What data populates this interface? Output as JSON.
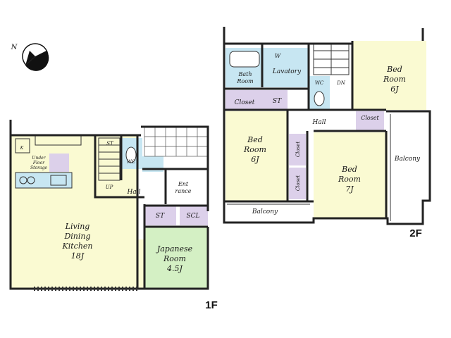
{
  "colors": {
    "living": "#fafad2",
    "bedroom": "#fafad2",
    "japanese": "#d4f0c4",
    "wet": "#c7e6f2",
    "storage": "#dcd0ea",
    "balcony": "#ffffff",
    "wall": "#222222"
  },
  "compass": {
    "label": "N"
  },
  "floor1": {
    "label": "1F",
    "rooms": {
      "living_line1": "Living",
      "living_line2": "Dining",
      "living_line3": "Kitchen",
      "living_size": "18J",
      "japanese_line1": "Japanese",
      "japanese_line2": "Room",
      "japanese_size": "4.5J",
      "under_floor_line1": "Under",
      "under_floor_line2": "Floor",
      "under_floor_line3": "Storage",
      "k_mark": "K",
      "st_stair": "ST",
      "wc": "WC",
      "up": "UP",
      "hall": "Hall",
      "entrance_line1": "Ent",
      "entrance_line2": "rance",
      "st_main": "ST",
      "scl": "SCL"
    }
  },
  "floor2": {
    "label": "2F",
    "rooms": {
      "bath_line1": "Bath",
      "bath_line2": "Room",
      "w_mark": "W",
      "lavatory": "Lavatory",
      "wc": "WC",
      "dn": "DN",
      "closet_left": "Closet",
      "st": "ST",
      "hall": "Hall",
      "closet_right": "Closet",
      "bed_ne_line1": "Bed",
      "bed_ne_line2": "Room",
      "bed_ne_size": "6J",
      "bed_w_line1": "Bed",
      "bed_w_line2": "Room",
      "bed_w_size": "6J",
      "bed_s_line1": "Bed",
      "bed_s_line2": "Room",
      "bed_s_size": "7J",
      "closet_vert1": "Closet",
      "closet_vert2": "Closet",
      "balcony_east": "Balcony",
      "balcony_south": "Balcony"
    }
  }
}
